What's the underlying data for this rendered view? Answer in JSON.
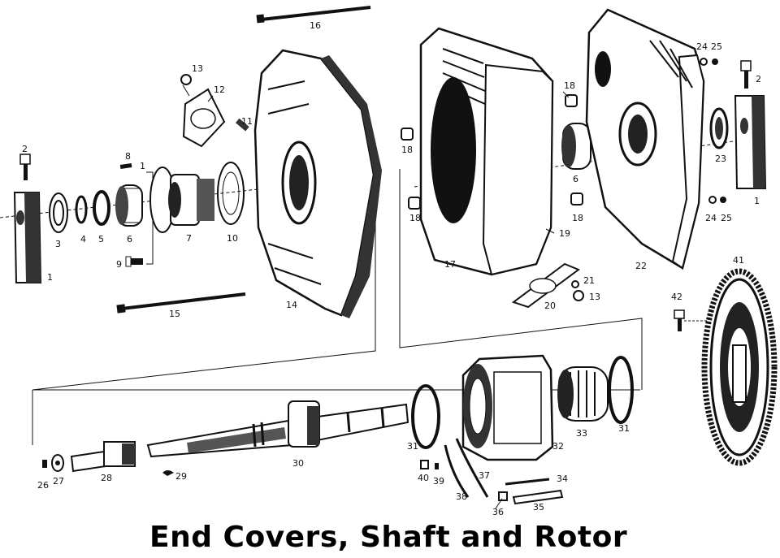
{
  "title": "End Covers, Shaft and Rotor",
  "parts": {
    "p1a": "1",
    "p1b": "1",
    "p1c": "1",
    "p2a": "2",
    "p2b": "2",
    "p3": "3",
    "p4": "4",
    "p5": "5",
    "p6a": "6",
    "p6b": "6",
    "p7": "7",
    "p8": "8",
    "p9": "9",
    "p10": "10",
    "p11": "11",
    "p12": "12",
    "p13a": "13",
    "p13b": "13",
    "p14": "14",
    "p15": "15",
    "p16": "16",
    "p17": "17",
    "p18a": "18",
    "p18b": "18",
    "p18c": "18",
    "p18d": "18",
    "p19": "19",
    "p20": "20",
    "p21": "21",
    "p22": "22",
    "p23": "23",
    "p24a": "24",
    "p24b": "24",
    "p25a": "25",
    "p25b": "25",
    "p26": "26",
    "p27": "27",
    "p28": "28",
    "p29": "29",
    "p30": "30",
    "p31a": "31",
    "p31b": "31",
    "p32": "32",
    "p33": "33",
    "p34": "34",
    "p35": "35",
    "p36": "36",
    "p37": "37",
    "p38": "38",
    "p39": "39",
    "p40": "40",
    "p41": "41",
    "p42": "42"
  }
}
